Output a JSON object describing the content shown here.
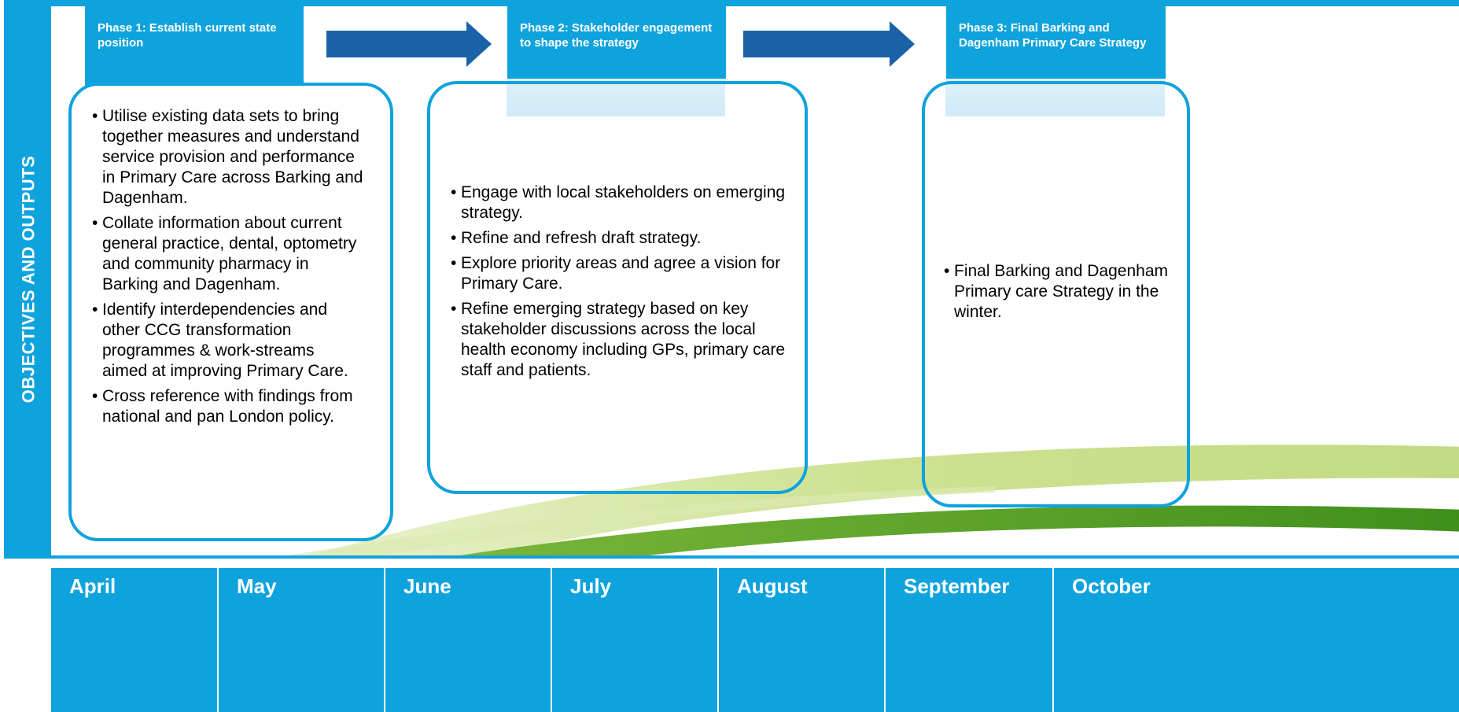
{
  "side_label": "OBJECTIVES AND OUTPUTS",
  "colors": {
    "accent": "#0fa3dd",
    "arrow": "#1a62a8",
    "swoosh_light": "#c5dc7d",
    "swoosh_dark": "#4a9a22"
  },
  "phases": [
    {
      "title": "Phase 1: Establish current state position",
      "bullets": [
        "Utilise existing data sets to bring together measures and understand service provision and performance in Primary Care across Barking and Dagenham.",
        "Collate information about current general practice, dental, optometry and community pharmacy in Barking and Dagenham.",
        "Identify interdependencies and other CCG transformation programmes & work-streams aimed at improving Primary Care.",
        "Cross reference with findings from national and pan London policy."
      ]
    },
    {
      "title": "Phase 2: Stakeholder engagement to shape the strategy",
      "bullets": [
        "Engage with local stakeholders on emerging strategy.",
        "Refine and refresh draft strategy.",
        "Explore priority areas and agree a vision for Primary Care.",
        "Refine emerging strategy based on key stakeholder discussions across the local health economy including GPs, primary care staff and patients."
      ]
    },
    {
      "title": "Phase 3: Final Barking and Dagenham Primary Care Strategy",
      "bullets": [
        "Final Barking and Dagenham Primary care Strategy in the winter."
      ]
    }
  ],
  "months": [
    "April",
    "May",
    "June",
    "July",
    "August",
    "September",
    "October"
  ]
}
